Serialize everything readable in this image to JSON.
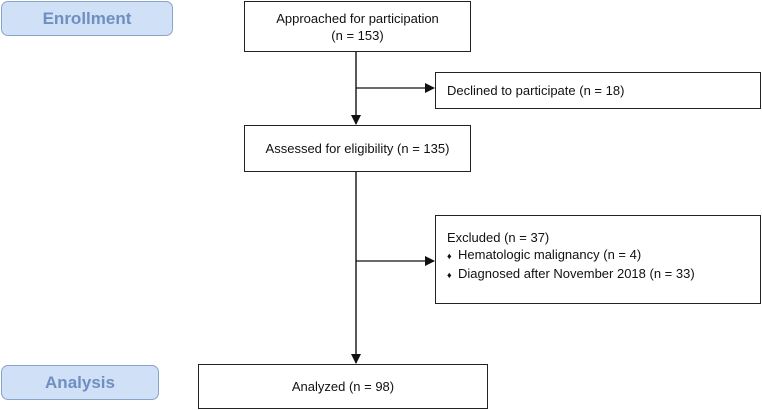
{
  "stages": {
    "enrollment": "Enrollment",
    "analysis": "Analysis"
  },
  "boxes": {
    "approached": {
      "line1": "Approached for participation",
      "line2": "(n = 153)"
    },
    "declined": {
      "text": "Declined to participate (n = 18)"
    },
    "assessed": {
      "text": "Assessed for eligibility (n = 135)"
    },
    "excluded": {
      "header": "Excluded  (n = 37)",
      "bullet": "♦",
      "items": [
        "Hematologic malignancy (n = 4)",
        "Diagnosed after November 2018 (n = 33)"
      ]
    },
    "analyzed": {
      "text": "Analyzed  (n = 98)"
    }
  }
}
